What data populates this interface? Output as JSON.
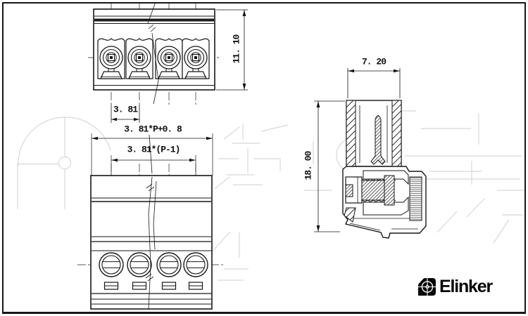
{
  "document": {
    "type": "technical-drawing",
    "subject": "pluggable terminal block, 4 poles shown with break (P = number of poles)",
    "background": "#ffffff",
    "line_color": "#161616",
    "watermark_color": "#d8d8d8"
  },
  "views": {
    "front": {
      "name": "front view (plug face)",
      "poles_drawn": 4,
      "has_break_line": true
    },
    "top": {
      "name": "wire-entry view (screw heads)",
      "poles_drawn": 4,
      "has_break_line": true
    },
    "side": {
      "name": "side section view",
      "hatched": true
    }
  },
  "dims": {
    "pitch": "3. 81",
    "formula_width": "3. 81*P+0. 8",
    "formula_span": "3. 81*(P-1)",
    "front_height": "11. 10",
    "side_width": "7. 20",
    "side_height": "18. 00"
  },
  "brand": {
    "logo_text": "Elinker",
    "logo_icon": "elinker-target-icon",
    "logo_color": "#050505"
  }
}
